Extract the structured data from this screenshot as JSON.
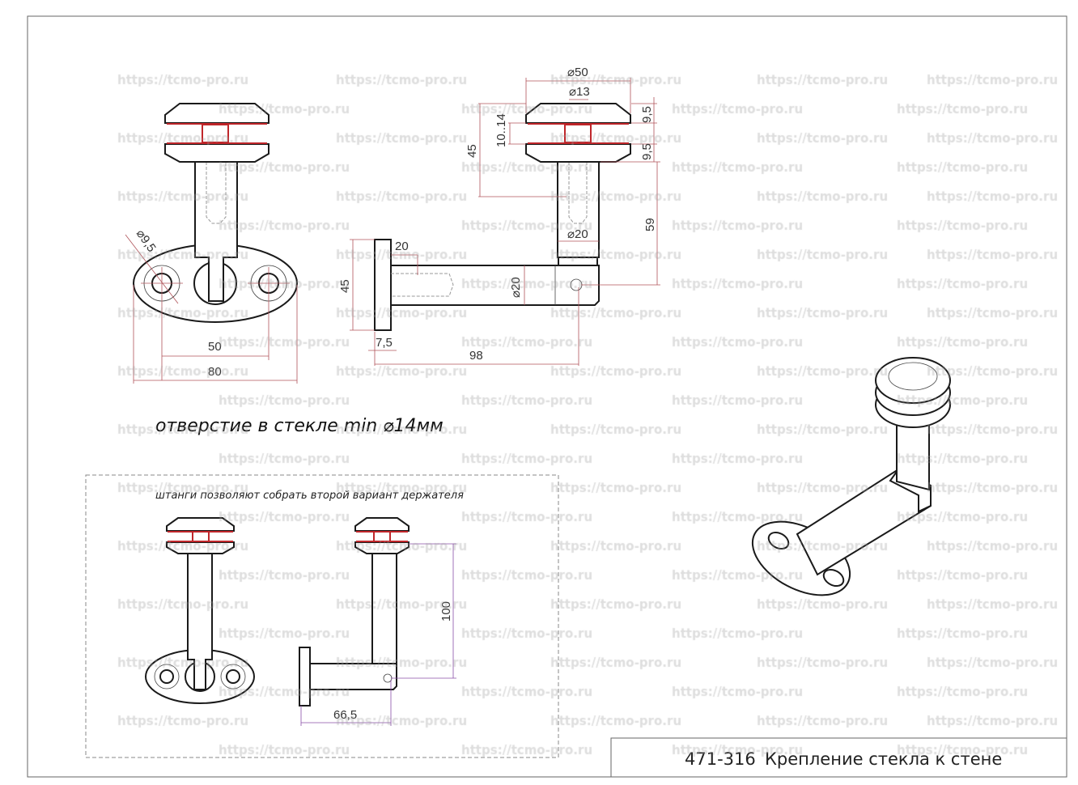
{
  "watermark": "https://tcmo-pro.ru",
  "caption": "отверстие в стекле min ⌀14мм",
  "subtitle": "штанги позволяют собрать второй вариант держателя",
  "title_block": {
    "code": "471-316",
    "name": "Крепление стекла к стене"
  },
  "dims": {
    "hole_dia": "⌀9,5",
    "hole_spacing": "50",
    "base_width": "80",
    "base_height": "45",
    "thread_len": "20",
    "plate_thick": "7,5",
    "arm_len": "98",
    "arm_dia": "⌀20",
    "post_dia": "⌀20",
    "post_height": "59",
    "disc_dia": "⌀50",
    "bolt_dia": "⌀13",
    "disc_thick_top": "9,5",
    "disc_thick_bottom": "9,5",
    "glass_gap": "10..14",
    "clamp_height": "45",
    "alt_height": "100",
    "alt_arm_len": "66,5"
  },
  "colors": {
    "red": "#c0262a",
    "dim": "#b0545a",
    "purple": "#8a4fa8"
  }
}
